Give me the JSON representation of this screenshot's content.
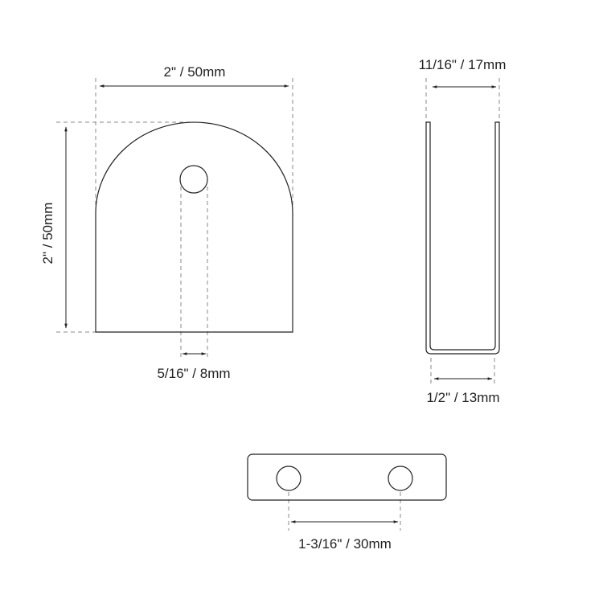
{
  "front_view": {
    "width_label": "2\" / 50mm",
    "height_label": "2\" / 50mm",
    "hole_label": "5/16\" / 8mm"
  },
  "side_view": {
    "outer_width_label": "11/16\" / 17mm",
    "inner_width_label": "1/2\" / 13mm"
  },
  "bottom_view": {
    "hole_spacing_label": "1-3/16\" / 30mm"
  },
  "colors": {
    "line": "#222222",
    "dash": "#888888"
  }
}
